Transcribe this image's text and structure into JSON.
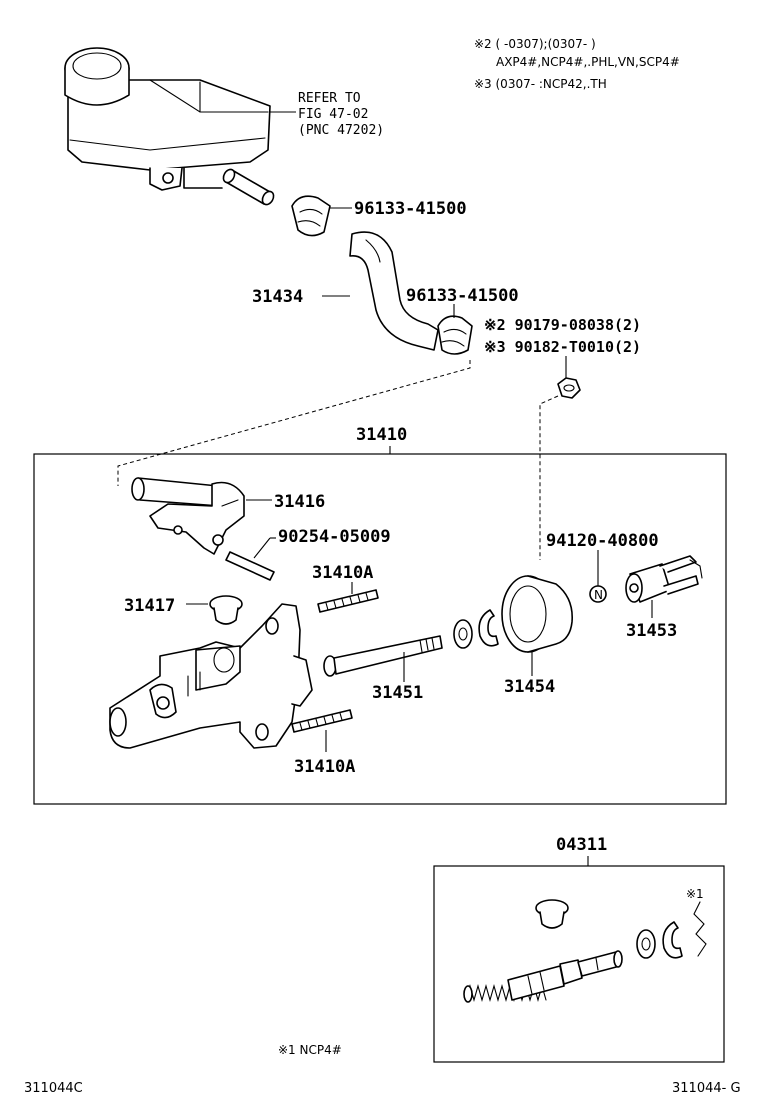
{
  "notes": {
    "note2_line1": "※2 (    -0307);(0307-    )",
    "note2_line2": "AXP4#,NCP4#,.PHL,VN,SCP4#",
    "note3": "※3 (0307-    :NCP42,.TH",
    "note1": "※1  NCP4#"
  },
  "refer": {
    "line1": "REFER TO",
    "line2": "FIG 47-02",
    "line3": "(PNC 47202)"
  },
  "labels": {
    "clip_top": "96133-41500",
    "hose": "31434",
    "clip_lower": "96133-41500",
    "nut_note2": "※2 90179-08038(2)",
    "nut_note3": "※3 90182-T0010(2)",
    "assembly": "31410",
    "inlet": "31416",
    "pin": "90254-05009",
    "stud_upper": "31410A",
    "plug": "31417",
    "nut_ref": "94120-40800",
    "clevis": "31453",
    "rod": "31451",
    "boot": "31454",
    "stud_lower": "31410A",
    "kit": "04311",
    "kit_note": "※1"
  },
  "footer": {
    "left_code": "311044C",
    "right_code": "311044- G"
  }
}
